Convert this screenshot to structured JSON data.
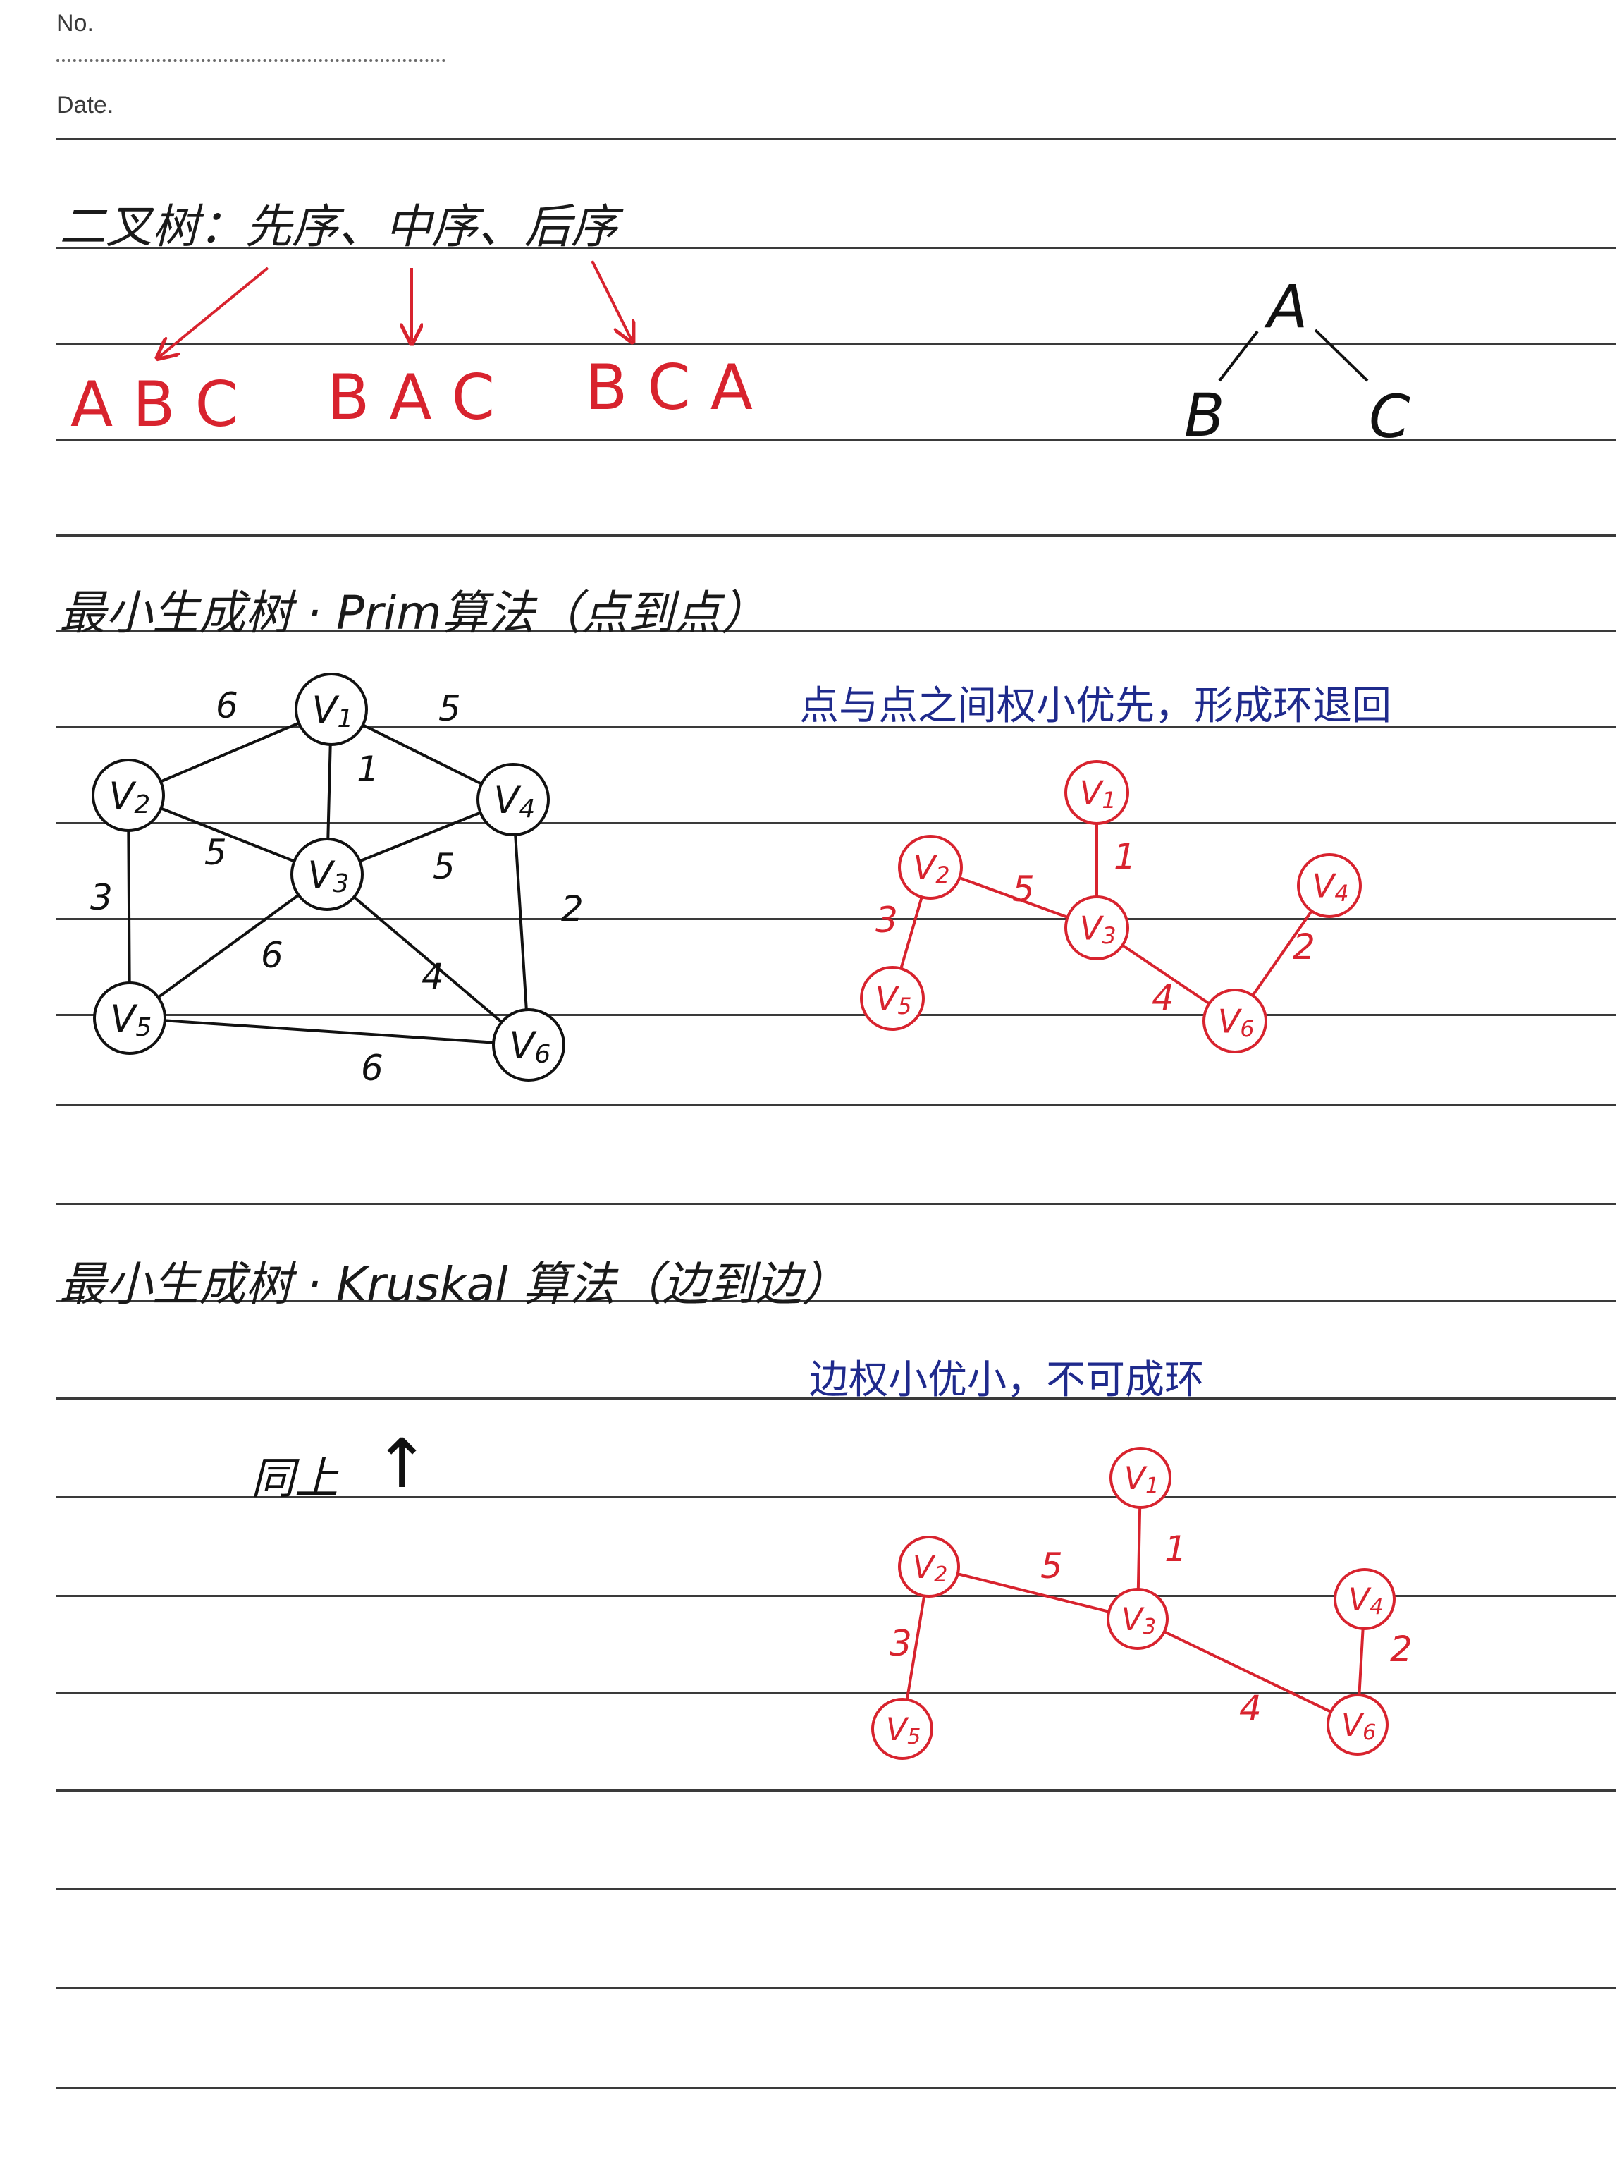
{
  "header": {
    "no_label": "No.",
    "date_label": "Date."
  },
  "binary_tree_section": {
    "title": "二叉树：先序、中序、后序",
    "traversals": [
      {
        "sequence": "A B C"
      },
      {
        "sequence": "B A C"
      },
      {
        "sequence": "B C A"
      }
    ],
    "tree": {
      "root": "A",
      "left": "B",
      "right": "C"
    }
  },
  "prim_section": {
    "title": "最小生成树 · Prim算法（点到点）",
    "note": "点与点之间权小优先，形成环退回",
    "graph": {
      "nodes": [
        "V1",
        "V2",
        "V3",
        "V4",
        "V5",
        "V6"
      ],
      "edges": [
        {
          "from": "V1",
          "to": "V2",
          "weight": 6
        },
        {
          "from": "V1",
          "to": "V4",
          "weight": 5
        },
        {
          "from": "V1",
          "to": "V3",
          "weight": 1
        },
        {
          "from": "V2",
          "to": "V3",
          "weight": 5
        },
        {
          "from": "V3",
          "to": "V4",
          "weight": 5
        },
        {
          "from": "V2",
          "to": "V5",
          "weight": 3
        },
        {
          "from": "V4",
          "to": "V6",
          "weight": 2
        },
        {
          "from": "V3",
          "to": "V5",
          "weight": 6
        },
        {
          "from": "V3",
          "to": "V6",
          "weight": 4
        },
        {
          "from": "V5",
          "to": "V6",
          "weight": 6
        }
      ]
    },
    "mst": {
      "edges": [
        {
          "from": "V1",
          "to": "V3",
          "weight": 1
        },
        {
          "from": "V2",
          "to": "V3",
          "weight": 5
        },
        {
          "from": "V2",
          "to": "V5",
          "weight": 3
        },
        {
          "from": "V3",
          "to": "V6",
          "weight": 4
        },
        {
          "from": "V6",
          "to": "V4",
          "weight": 2
        }
      ]
    }
  },
  "kruskal_section": {
    "title": "最小生成树 · Kruskal 算法（边到边）",
    "note": "边权小优小，不可成环",
    "same_as_above": "同上",
    "arrow_glyph": "↑",
    "mst": {
      "edges": [
        {
          "from": "V1",
          "to": "V3",
          "weight": 1
        },
        {
          "from": "V2",
          "to": "V3",
          "weight": 5
        },
        {
          "from": "V2",
          "to": "V5",
          "weight": 3
        },
        {
          "from": "V3",
          "to": "V6",
          "weight": 4
        },
        {
          "from": "V4",
          "to": "V6",
          "weight": 2
        }
      ]
    }
  },
  "colors": {
    "ink_black": "#111111",
    "ink_red": "#d8232e",
    "ink_blue": "#1f2a8c",
    "ruled_line": "#3a3a3a"
  }
}
